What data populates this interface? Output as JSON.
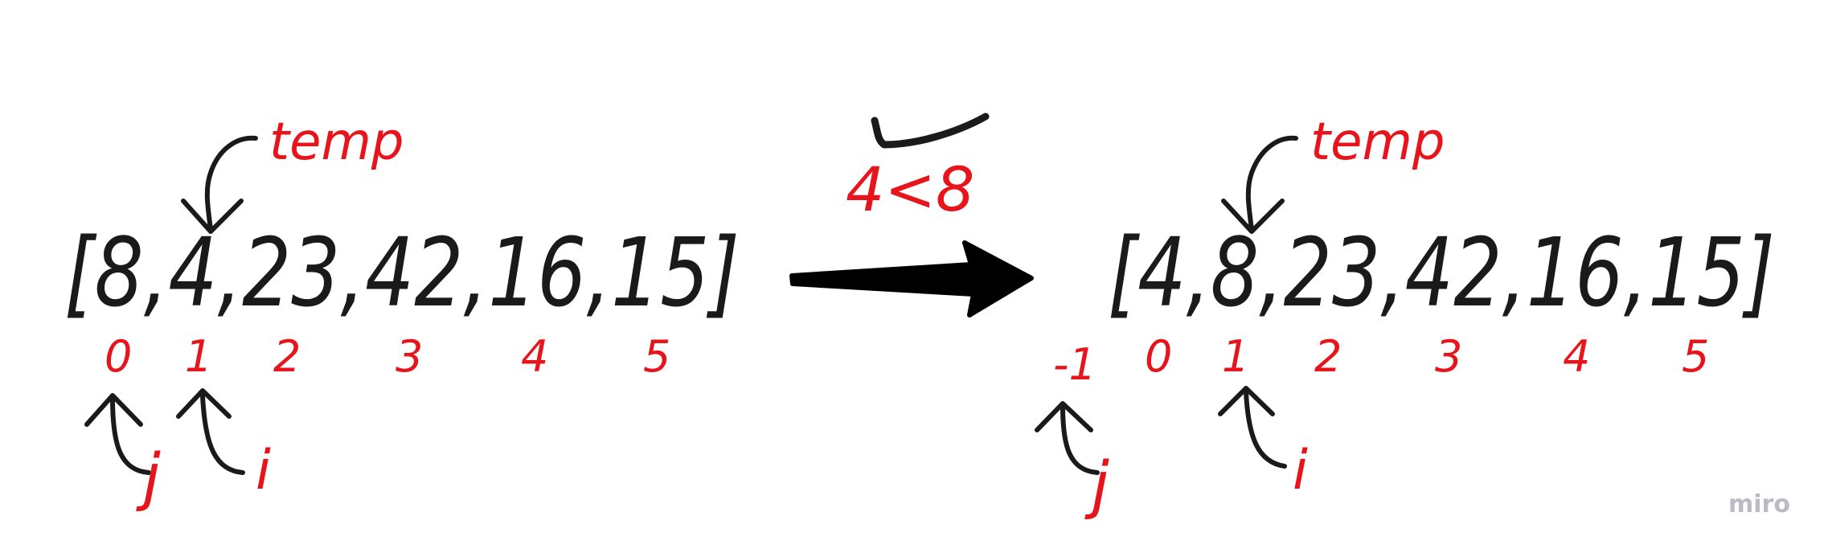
{
  "colors": {
    "ink": "#1a1a1a",
    "accent_red": "#e8141b",
    "watermark": "#b9bcc6",
    "background": "#ffffff"
  },
  "left": {
    "temp_label": "temp",
    "array_text": "[8,4,23,42,16,15]",
    "indices": [
      "0",
      "1",
      "2",
      "3",
      "4",
      "5"
    ],
    "j_label": "j",
    "i_label": "i"
  },
  "middle": {
    "comparison": "4<8",
    "check_icon": "checkmark-icon",
    "arrow_icon": "right-arrow-icon"
  },
  "right": {
    "temp_label": "temp",
    "array_text": "[4,8,23,42,16,15]",
    "indices": [
      "-1",
      "0",
      "1",
      "2",
      "3",
      "4",
      "5"
    ],
    "j_label": "j",
    "i_label": "i"
  },
  "watermark": "miro"
}
